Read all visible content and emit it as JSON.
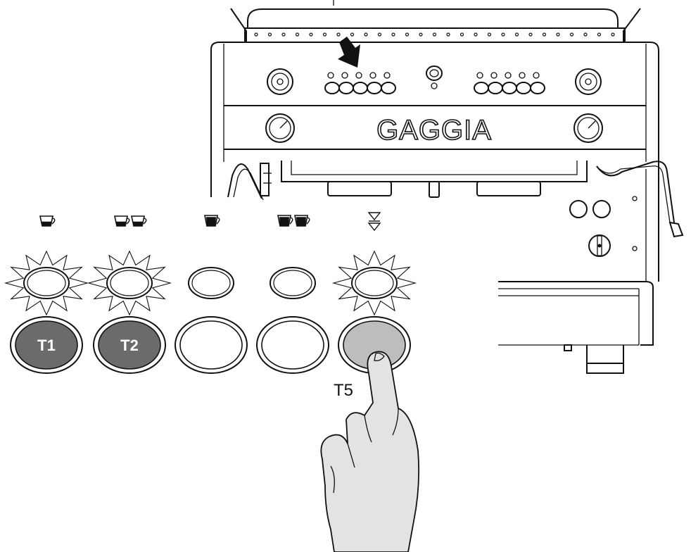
{
  "machine": {
    "brand": "GAGGIA"
  },
  "colors": {
    "line": "#111111",
    "active_fill": "#6b6b6b",
    "pressed_fill": "#bdbdbd",
    "hand_fill": "#e3e3e3",
    "idle_fill": "#ffffff"
  },
  "buttons": [
    {
      "id": "t1",
      "label": "T1",
      "icon": "one-short-coffee-icon",
      "state": "active",
      "led": "blinking"
    },
    {
      "id": "t2",
      "label": "T2",
      "icon": "two-short-coffees-icon",
      "state": "active",
      "led": "blinking"
    },
    {
      "id": "t3",
      "label": "",
      "icon": "one-long-coffee-icon",
      "state": "idle",
      "led": "off"
    },
    {
      "id": "t4",
      "label": "",
      "icon": "two-long-coffees-icon",
      "state": "idle",
      "led": "off"
    },
    {
      "id": "t5",
      "label": "",
      "icon": "continuous-dispensing-icon",
      "state": "pressed",
      "led": "blinking"
    }
  ],
  "pressed_label": "T5"
}
